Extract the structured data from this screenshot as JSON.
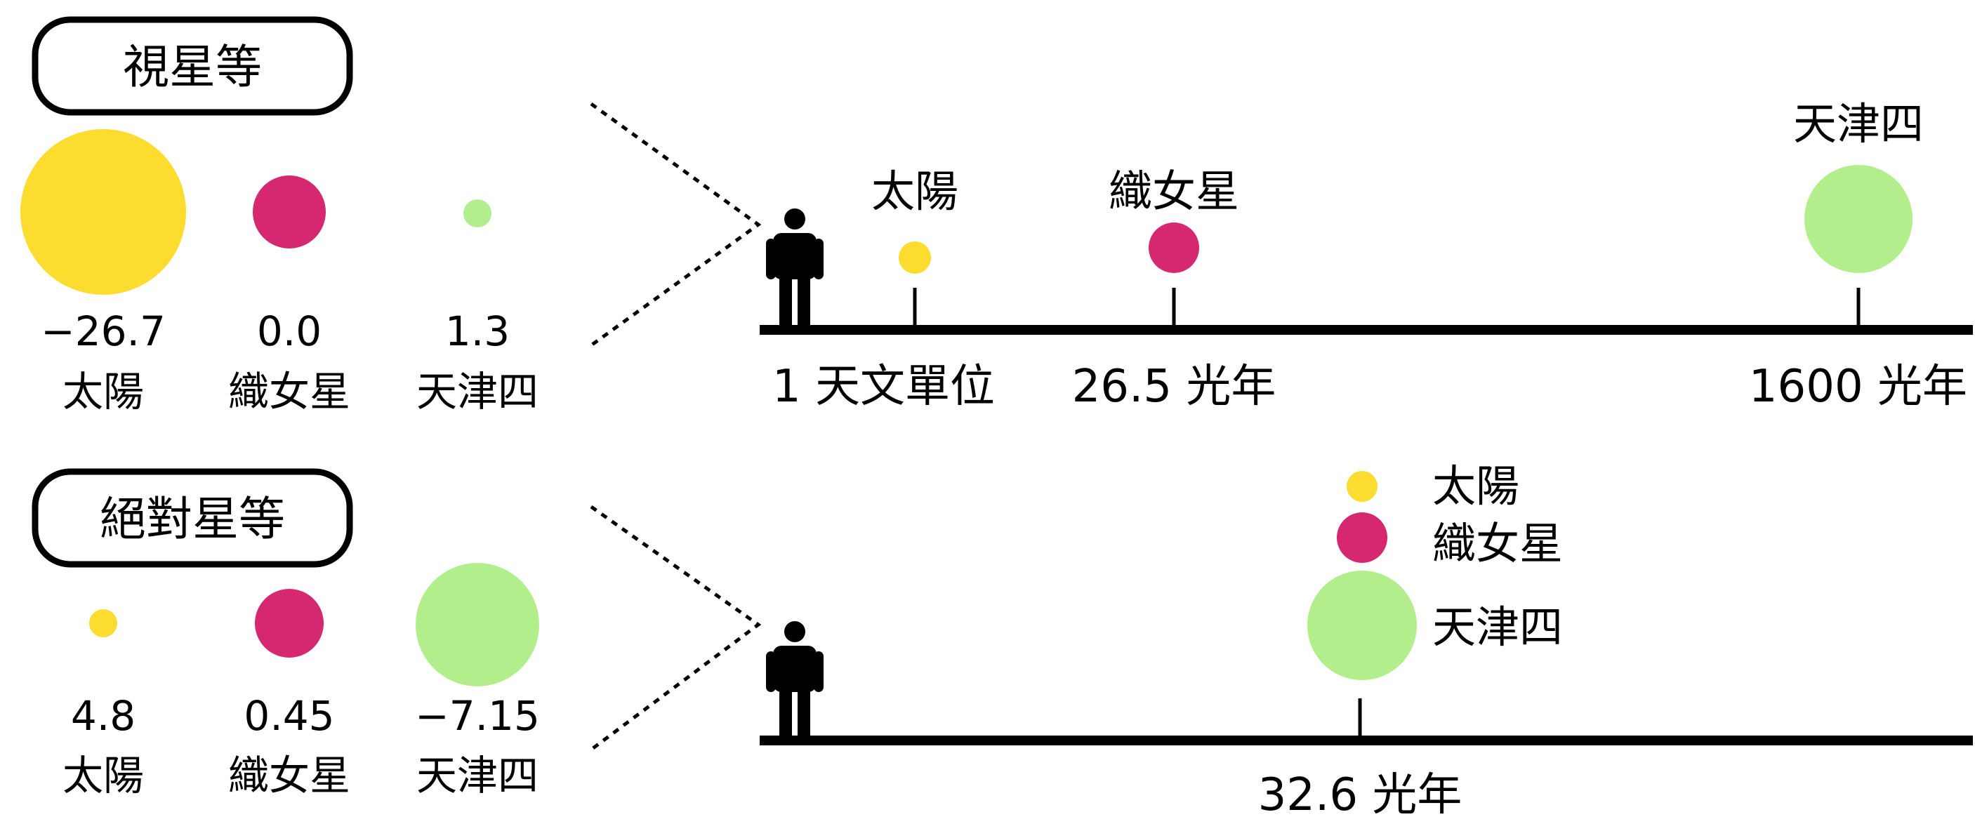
{
  "colors": {
    "sun": "#FCDC2F",
    "vega": "#D62870",
    "deneb": "#B3EE8D",
    "ink": "#000000"
  },
  "apparent": {
    "title": "視星等",
    "stars": [
      {
        "name": "太陽",
        "value": "−26.7",
        "color_key": "sun"
      },
      {
        "name": "織女星",
        "value": "0.0",
        "color_key": "vega"
      },
      {
        "name": "天津四",
        "value": "1.3",
        "color_key": "deneb"
      }
    ],
    "distance_marks": [
      {
        "name": "太陽",
        "distance_label": "1 天文單位",
        "color_key": "sun"
      },
      {
        "name": "織女星",
        "distance_label": "26.5 光年",
        "color_key": "vega"
      },
      {
        "name": "天津四",
        "distance_label": "1600 光年",
        "color_key": "deneb"
      }
    ]
  },
  "absolute": {
    "title": "絕對星等",
    "stars": [
      {
        "name": "太陽",
        "value": "4.8",
        "color_key": "sun"
      },
      {
        "name": "織女星",
        "value": "0.45",
        "color_key": "vega"
      },
      {
        "name": "天津四",
        "value": "−7.15",
        "color_key": "deneb"
      }
    ],
    "common_distance_label": "32.6 光年",
    "stack_names": [
      "太陽",
      "織女星",
      "天津四"
    ]
  },
  "icons": {
    "observer": "person-icon"
  }
}
